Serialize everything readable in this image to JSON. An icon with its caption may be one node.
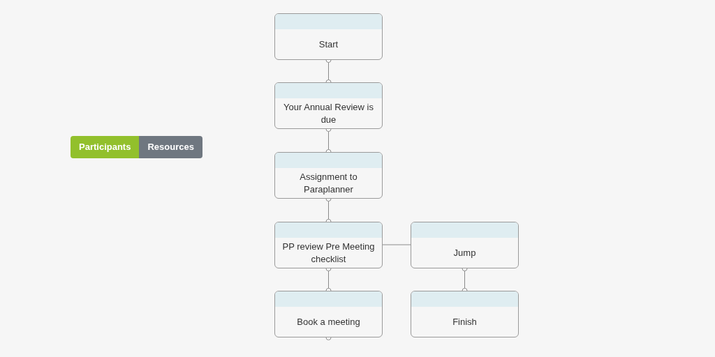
{
  "diagram": {
    "nodes": [
      {
        "text": [
          "Start"
        ]
      },
      {
        "text": [
          "Your Annual Review is due"
        ]
      },
      {
        "text": [
          "Assignment to Paraplanner"
        ]
      },
      {
        "text": [
          "PP review Pre Meeting checklist"
        ]
      },
      {
        "text": [
          "Jump"
        ]
      },
      {
        "text": [
          "Book a meeting"
        ]
      },
      {
        "text": [
          "Finish"
        ]
      }
    ],
    "edges": [
      {
        "from": 0,
        "to": 1,
        "arrow": "other"
      },
      {
        "from": 1,
        "to": 2,
        "arrow": "other"
      },
      {
        "from": 2,
        "to": 3,
        "arrow": "other"
      },
      {
        "from": 3,
        "to": 4,
        "arrow": "none"
      },
      {
        "from": 3,
        "to": 5,
        "arrow": "other"
      },
      {
        "from": 4,
        "to": 6,
        "arrow": "other"
      }
    ],
    "labels": [
      "Participants",
      "Resources"
    ]
  }
}
